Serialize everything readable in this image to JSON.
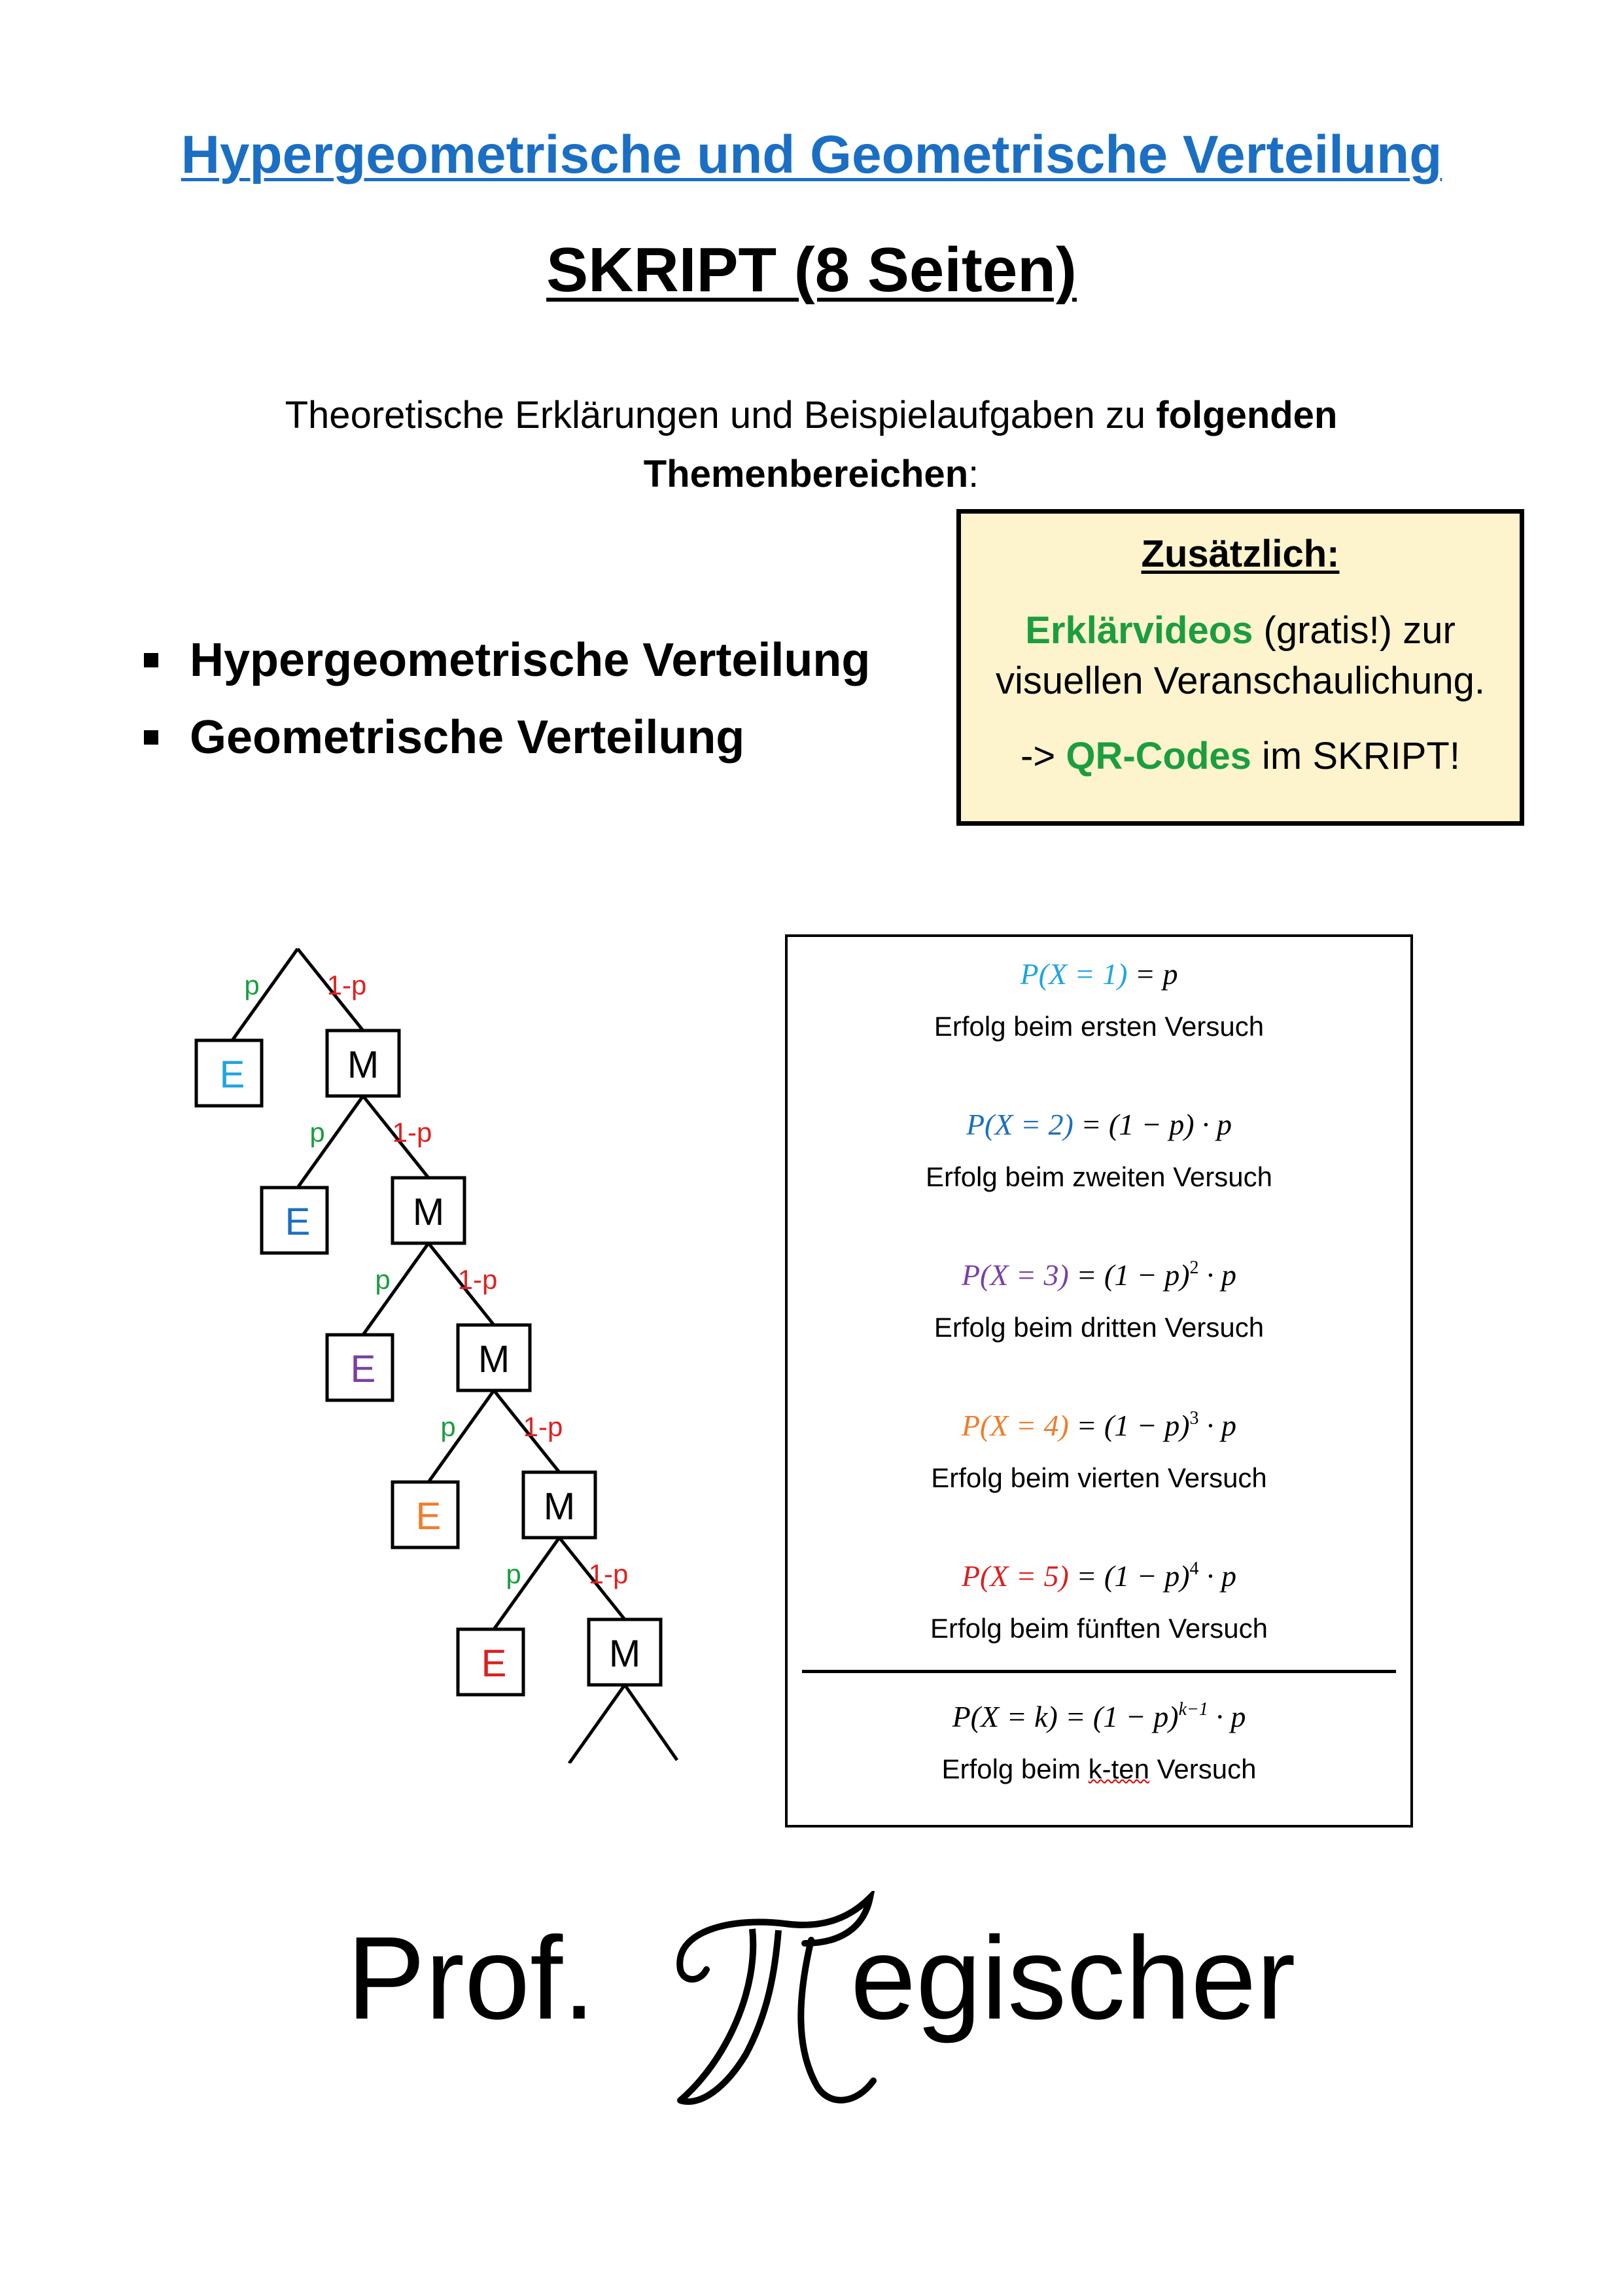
{
  "header": {
    "title": "Hypergeometrische und Geometrische Verteilung",
    "subtitle": "SKRIPT (8 Seiten)"
  },
  "intro": {
    "text_normal": "Theoretische Erklärungen und Beispielaufgaben zu ",
    "text_bold": "folgenden Themenbereichen",
    "text_end": ":"
  },
  "topics": [
    "Hypergeometrische Verteilung",
    "Geometrische Verteilung"
  ],
  "infobox": {
    "heading": "Zusätzlich:",
    "videos_bold": "Erklärvideos",
    "videos_rest": " (gratis!) zur",
    "line2": "visuellen Veranschaulichung.",
    "arrow": "-> ",
    "qr_bold": "QR-Codes",
    "qr_rest": " im SKRIPT!",
    "accent_color": "#1a9e3f",
    "background": "#fdf3cc"
  },
  "tree": {
    "p_label": "p",
    "q_label": "1-p",
    "success": "E",
    "failure": "M",
    "colors": [
      "#1ea5e0",
      "#1a6fc4",
      "#7b3fa6",
      "#f07c2a",
      "#d92020"
    ]
  },
  "formulas": {
    "items": [
      {
        "lhs": "P(X = 1)",
        "rhs": " = p",
        "desc": "Erfolg beim ersten Versuch",
        "color": "#1ea5e0"
      },
      {
        "lhs": "P(X = 2)",
        "rhs": " = (1 − p) · p",
        "desc": "Erfolg beim zweiten Versuch",
        "color": "#1a6fc4"
      },
      {
        "lhs": "P(X = 3)",
        "rhs_a": " = (1 − p)",
        "exp": "2",
        "rhs_b": " · p",
        "desc": "Erfolg beim dritten Versuch",
        "color": "#7b3fa6"
      },
      {
        "lhs": "P(X = 4)",
        "rhs_a": " = (1 − p)",
        "exp": "3",
        "rhs_b": " · p",
        "desc": "Erfolg beim vierten Versuch",
        "color": "#f07c2a"
      },
      {
        "lhs": "P(X = 5)",
        "rhs_a": " = (1 − p)",
        "exp": "4",
        "rhs_b": " · p",
        "desc": "Erfolg beim fünften Versuch",
        "color": "#d92020"
      }
    ],
    "general": {
      "lhs": "P(X = k) = (1 − p)",
      "exp": "k−1",
      "rhs_b": " · p",
      "desc_a": "Erfolg beim ",
      "desc_wavy": "k-ten",
      "desc_b": " Versuch"
    }
  },
  "brand": {
    "prefix": "Prof.",
    "suffix": "egischer",
    "logo": "pi-icon"
  }
}
